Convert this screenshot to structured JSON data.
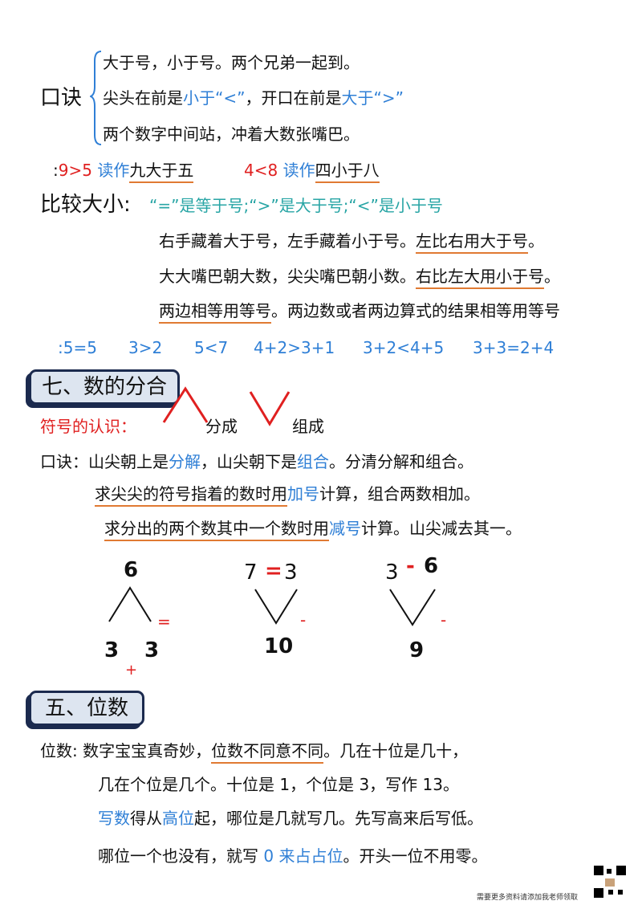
{
  "koujue": {
    "label": "口诀",
    "line1": "大于号，小于号。两个兄弟一起到。",
    "line2_a": "尖头在前是",
    "line2_b": "小于“<”",
    "line2_c": "，开口在前是",
    "line2_d": "大于“>”",
    "line3": "两个数字中间站，冲着大数张嘴巴。"
  },
  "read_example": {
    "prefix": ":",
    "ex1_expr": "9>5",
    "ex1_word": "读作",
    "ex1_reading": "九大于五",
    "ex2_expr": "4<8",
    "ex2_word": "读作",
    "ex2_reading": "四小于八"
  },
  "compare": {
    "label": "比较大小:",
    "signs": "“=”是等于号;“>”是大于号;“<”是小于号",
    "line1_a": "右手藏着大于号，左手藏着小于号。",
    "line1_b": "左比右用大于号",
    "line1_c": "。",
    "line2_a": "大大嘴巴朝大数，尖尖嘴巴朝小数。",
    "line2_b": "右比左大用小于号",
    "line2_c": "。",
    "line3_a": "两边相等用等号",
    "line3_b": "。两边数或者两边算式的结果相等用等号",
    "examples": [
      ":5=5",
      "3>2",
      "5<7",
      "4+2>3+1",
      "3+2<4+5",
      "3+3=2+4"
    ]
  },
  "section7": {
    "title": "七、数的分合",
    "symbol_label": "符号的认识：",
    "split_label": "分成",
    "combine_label": "组成",
    "rule_a": "口诀：山尖朝上是",
    "rule_b": "分解",
    "rule_c": "，山尖朝下是",
    "rule_d": "组合",
    "rule_e": "。分清分解和组合。",
    "line2_a": "求尖尖的符号指着的数时用",
    "line2_b": "加号",
    "line2_c": "计算，组合两数相加。",
    "line3_a": "求分出的两个数其中一个数时用",
    "line3_b": "减号",
    "line3_c": "计算。山尖减去其一。",
    "diagrams": [
      {
        "top": "6",
        "left": "3",
        "right": "3",
        "eq": "=",
        "op": "+"
      },
      {
        "left": "7",
        "eq": "=",
        "right": "3",
        "bottom": "10",
        "op": "-"
      },
      {
        "left": "3",
        "op1": "-",
        "right": "6",
        "bottom": "9",
        "op2": "-"
      }
    ]
  },
  "section5": {
    "title": "五、位数",
    "line1_a": "位数: 数字宝宝真奇妙，",
    "line1_b": "位数不同意不同",
    "line1_c": "。几在十位是几十，",
    "line2": "几在个位是几个。十位是 1，个位是 3，写作 13。",
    "line3_a": "写数",
    "line3_b": "得从",
    "line3_c": "高位",
    "line3_d": "起，哪位是几就写几。先写高来后写低。",
    "line4_a": "哪位一个也没有，就写 ",
    "line4_b": "0 来占占位",
    "line4_c": "。开头一位不用零。"
  },
  "footer": {
    "note": "需要更多资料请添加我老师领取"
  }
}
